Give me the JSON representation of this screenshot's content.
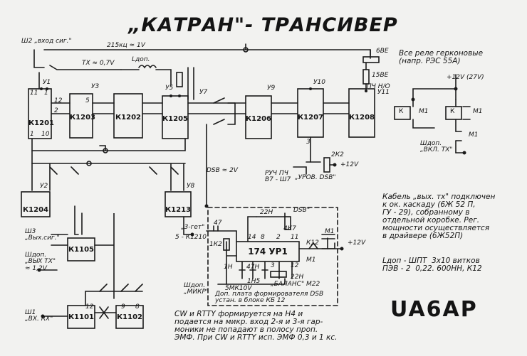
{
  "title": "„КАТРАН\"- ТРАНСИВЕР",
  "callsign": "UA6AP",
  "top": {
    "input_label": "Ш2 „вход сиг.\"",
    "supply_label": "215кц ≈ 1V",
    "tx_level": "TX ≈ 0,7V",
    "coil_label": "Lдоп.",
    "relay_note": "Все реле герконовые\n(напр. РЭС 55А)",
    "r_6be": "6ВЕ",
    "r_15be": "15ВЕ",
    "pch_label": "ПЧ Н/О"
  },
  "blocks": [
    {
      "id": "u1",
      "tag": "У1",
      "name": "К1201"
    },
    {
      "id": "u3",
      "tag": "У3",
      "name": "К1203"
    },
    {
      "id": "u4",
      "tag": "",
      "name": "К1202"
    },
    {
      "id": "u7",
      "tag": "У7",
      "name": "К1205"
    },
    {
      "id": "u9",
      "tag": "У9",
      "name": "К1206"
    },
    {
      "id": "u10",
      "tag": "У10",
      "name": "К1207"
    },
    {
      "id": "u11",
      "tag": "У11",
      "name": "К1208"
    },
    {
      "id": "u2",
      "tag": "У2",
      "name": "К1204"
    },
    {
      "id": "u8",
      "tag": "У8",
      "name": "К1213"
    },
    {
      "id": "u5",
      "tag": "У5",
      "name": ""
    },
    {
      "id": "k1105",
      "tag": "",
      "name": "К1105"
    },
    {
      "id": "k1101",
      "tag": "",
      "name": "К1101"
    },
    {
      "id": "k1102",
      "tag": "",
      "name": "К1102"
    }
  ],
  "relay_unit": {
    "supply": "+12V (27V)",
    "m1": "М1",
    "k": "К",
    "shup": "Шдоп.\n„ВКЛ. ТХ\""
  },
  "mid": {
    "dsb": "DSB ≈ 2V",
    "ryu": "РУЧ ПЧ\nВ7 - Ш7",
    "urov": "„УРОВ. DSB\"",
    "r2k2": "2К2",
    "plus12": "+12V"
  },
  "left": {
    "w3": "Ш3\n„Вых.сиг.\"",
    "w_out": "Шдоп.\n„ВЫХ ТХ\"\n≈ 1,2V",
    "w1": "Ш1\n„ВХ. RX\""
  },
  "cable_note": "Кабель „вых. тх\" подключен\nк ок. каскаду (6Ж 52 П,\nГУ - 29), собранному в\nотдельной коробке. Рег.\nмощности осуществляется\nв драйвере (6Ж52П)",
  "coil_note": "Lдоп - ШПТ  3x10 витков\nПЭВ - 2  0,22. 600НН, К12",
  "board": {
    "chip": "174 УР1",
    "get": "„3-гет\"",
    "k1210": "5 - К1210",
    "dsb_in": "DSB\"",
    "r4k7": "4К7",
    "c22n": "22Н",
    "c47": "47",
    "r1k2": "1К2",
    "c1h": "1Н",
    "c47h": "47Н",
    "c1h5": "1Н5",
    "r5m": "5МК10V",
    "balance": "„БАЛАНС\" М22",
    "k12": "К12",
    "m1": "М1",
    "plus12": "+12V",
    "mic": "Шдоп.\n„МИКР\"",
    "caption": "Доп. плата формирователя DSB\nустан. в блоке КБ 12",
    "pins": [
      "14",
      "8",
      "2",
      "11",
      "12",
      "3"
    ]
  },
  "bottom_note": "CW и RTTY формируется на Н4 и\nподается на микр. вход 2-я и 3-я гар-\nмоники не попадают в полосу проп.\nЭМФ. При CW и RTTY исп. ЭМФ 0,3 и 1 кс.",
  "pin_labels": {
    "p11": "11",
    "p1": "1",
    "p10": "10",
    "p12": "12",
    "p2": "2",
    "p5": "5",
    "p3": "3",
    "p9": "9",
    "p8": "8"
  }
}
